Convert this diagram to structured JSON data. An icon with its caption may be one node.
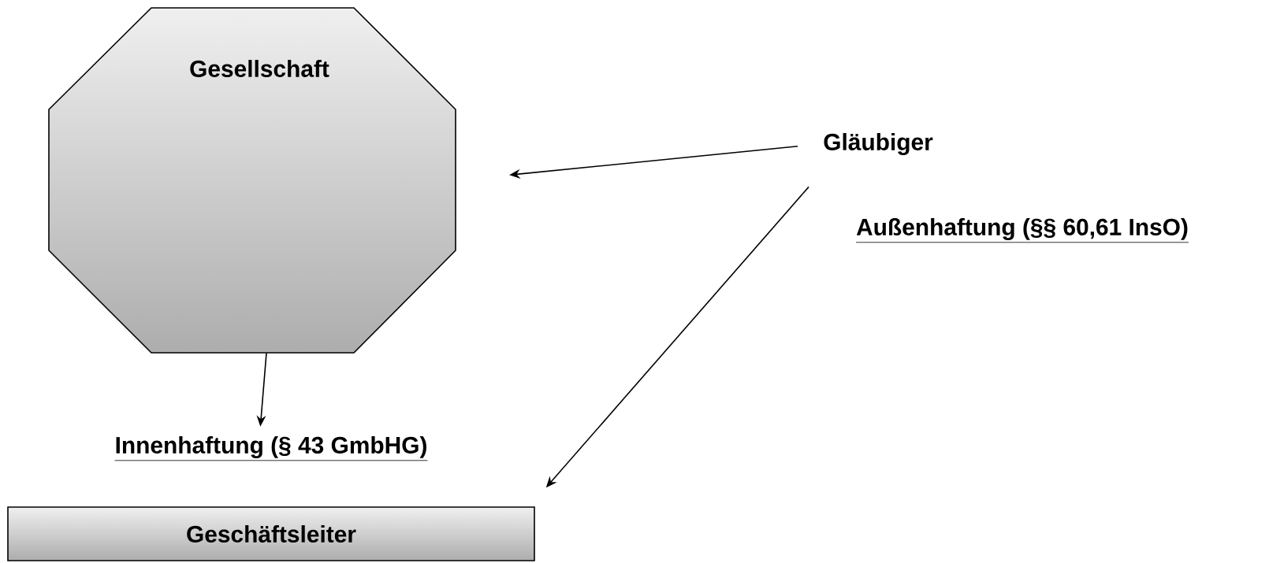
{
  "diagram": {
    "nodes": [
      {
        "text": [
          "Gesellschaft"
        ]
      },
      {
        "text": [
          "Gläubiger"
        ]
      },
      {
        "text": [
          "Innenhaftung (§ 43 GmbHG)"
        ]
      },
      {
        "text": [
          "Geschäftsleiter"
        ]
      }
    ],
    "edges": [
      {
        "from": 1,
        "to": 0,
        "arrow": "to"
      },
      {
        "from": 0,
        "to": 2,
        "arrow": "to"
      },
      {
        "from": 1,
        "to": 3,
        "arrow": "to",
        "label": "Außenhaftung (§§ 60,61 InsO)"
      }
    ]
  }
}
